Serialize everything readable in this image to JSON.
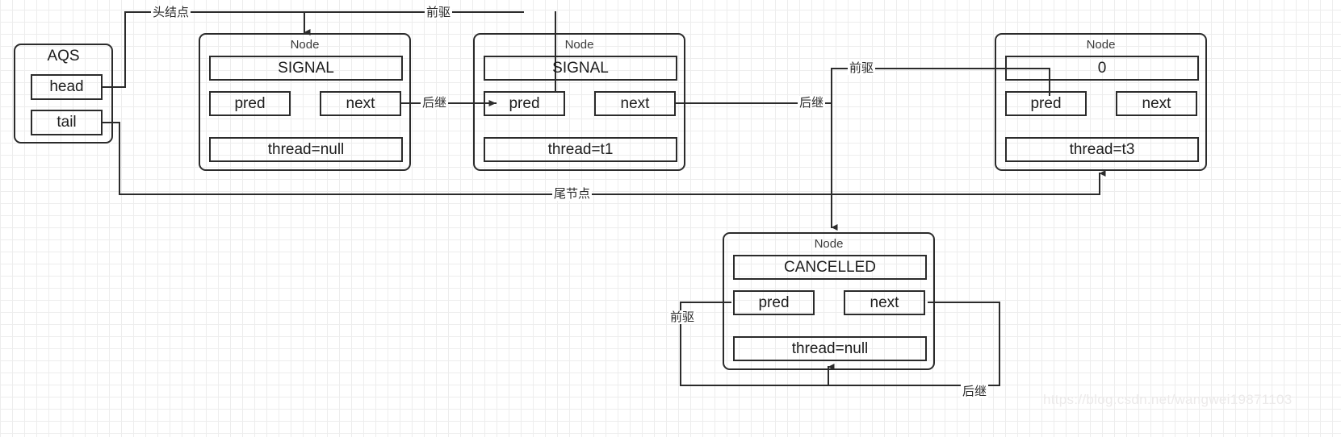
{
  "diagram": {
    "title": "AQS CLH queue node diagram",
    "watermark": "https://blog.csdn.net/wangwei19871103",
    "colors": {
      "stroke": "#2b2b2b",
      "grid_minor": "#ededed",
      "grid_major": "#e2e2e2",
      "text": "#1d1d1d",
      "watermark": "#eceaea",
      "background": "#ffffff"
    }
  },
  "aqs": {
    "title": "AQS",
    "fields": [
      {
        "label": "head"
      },
      {
        "label": "tail"
      }
    ]
  },
  "nodes": [
    {
      "id": "node-head",
      "title": "Node",
      "waitStatus": "SIGNAL",
      "pred": "pred",
      "next": "next",
      "thread": "thread=null"
    },
    {
      "id": "node-t1",
      "title": "Node",
      "waitStatus": "SIGNAL",
      "pred": "pred",
      "next": "next",
      "thread": "thread=t1"
    },
    {
      "id": "node-t3",
      "title": "Node",
      "waitStatus": "0",
      "pred": "pred",
      "next": "next",
      "thread": "thread=t3"
    },
    {
      "id": "node-cancelled",
      "title": "Node",
      "waitStatus": "CANCELLED",
      "pred": "pred",
      "next": "next",
      "thread": "thread=null"
    }
  ],
  "edge_labels": {
    "head_node": "头结点",
    "pred_top": "前驱",
    "succ_1": "后继",
    "succ_2": "后继",
    "pred_right": "前驱",
    "tail_node": "尾节点",
    "pred_bottom": "前驱",
    "succ_bottom": "后继"
  }
}
